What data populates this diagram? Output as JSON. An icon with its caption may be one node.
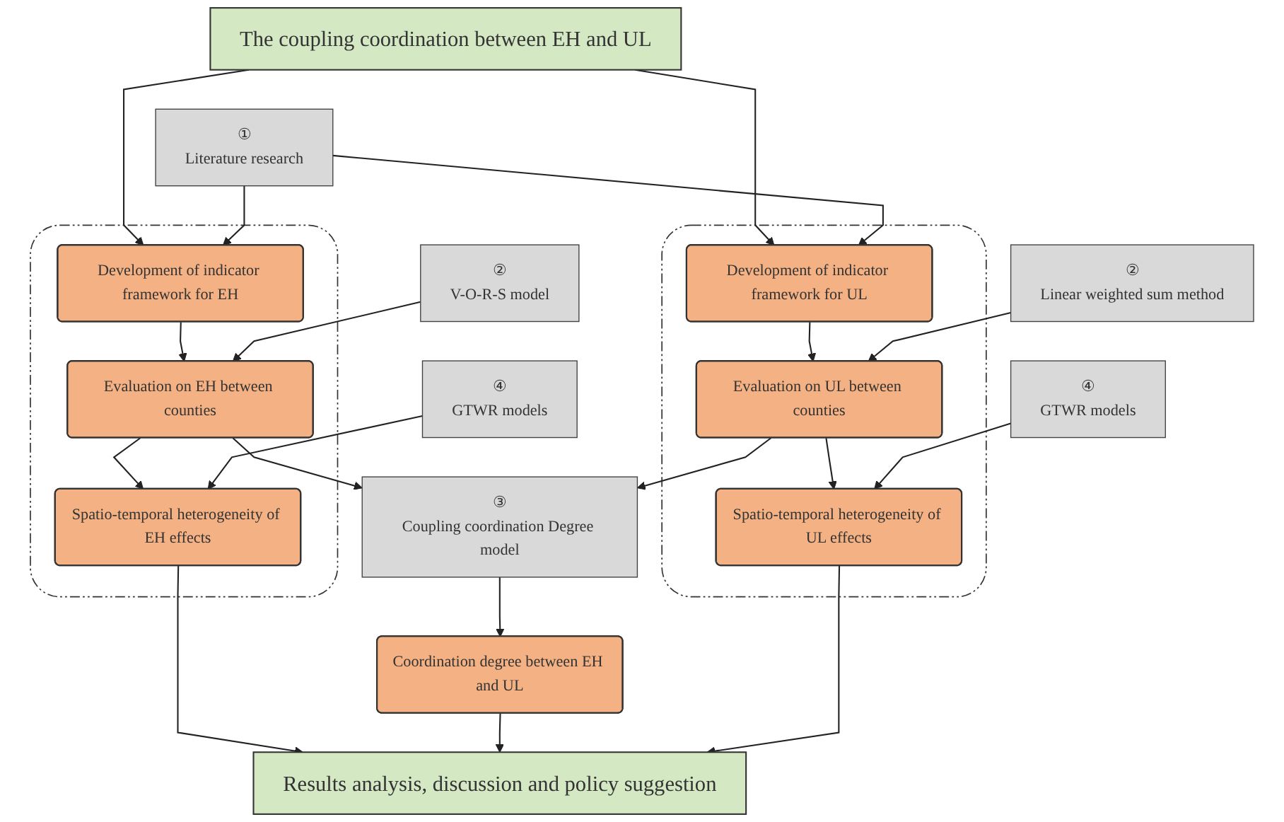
{
  "diagram": {
    "nodes": [
      {
        "text": [
          "The coupling coordination between EH and UL"
        ]
      },
      {
        "text": [],
        "shape": "box"
      },
      {
        "text": [
          "Development of indicator framework for EH"
        ],
        "in": 1
      },
      {
        "text": [
          "Evaluation on EH between counties"
        ],
        "in": 1
      },
      {
        "text": [
          "Spatio-temporal heterogeneity of EH effects"
        ],
        "in": 1
      },
      {
        "text": [],
        "shape": "box"
      },
      {
        "text": [
          "Development of indicator framework for UL"
        ],
        "in": 5
      },
      {
        "text": [
          "Evaluation on UL between counties"
        ],
        "in": 5
      },
      {
        "text": [
          "Spatio-temporal heterogeneity of UL effects"
        ],
        "in": 5
      },
      {
        "text": [
          "①",
          "Literature research"
        ]
      },
      {
        "text": [
          "②",
          "V-O-R-S model"
        ]
      },
      {
        "text": [
          "④",
          "GTWR models"
        ]
      },
      {
        "text": [
          "③",
          "Coupling coordination Degree model"
        ]
      },
      {
        "text": [
          "Coordination degree between EH and UL"
        ]
      },
      {
        "text": [
          "②",
          "Linear weighted sum method"
        ]
      },
      {
        "text": [
          "④",
          "GTWR models"
        ]
      },
      {
        "text": [
          "Results analysis, discussion and policy suggestion"
        ]
      }
    ],
    "edges": [
      {
        "from": 0,
        "to": 2,
        "arrow": "to"
      },
      {
        "from": 0,
        "to": 6,
        "arrow": "to"
      },
      {
        "from": 9,
        "to": 2,
        "arrow": "to"
      },
      {
        "from": 9,
        "to": 6,
        "arrow": "to"
      },
      {
        "from": 2,
        "to": 3,
        "arrow": "to"
      },
      {
        "from": 10,
        "to": 3,
        "arrow": "to"
      },
      {
        "from": 6,
        "to": 7,
        "arrow": "to"
      },
      {
        "from": 14,
        "to": 7,
        "arrow": "to"
      },
      {
        "from": 3,
        "to": 12,
        "arrow": "to"
      },
      {
        "from": 7,
        "to": 12,
        "arrow": "to"
      },
      {
        "from": 3,
        "to": 4,
        "arrow": "to"
      },
      {
        "from": 11,
        "to": 4,
        "arrow": "to"
      },
      {
        "from": 7,
        "to": 8,
        "arrow": "to"
      },
      {
        "from": 15,
        "to": 8,
        "arrow": "to"
      },
      {
        "from": 12,
        "to": 13,
        "arrow": "to"
      },
      {
        "from": 4,
        "to": 16,
        "arrow": "to"
      },
      {
        "from": 13,
        "to": 16,
        "arrow": "to"
      },
      {
        "from": 8,
        "to": 16,
        "arrow": "to"
      }
    ]
  }
}
